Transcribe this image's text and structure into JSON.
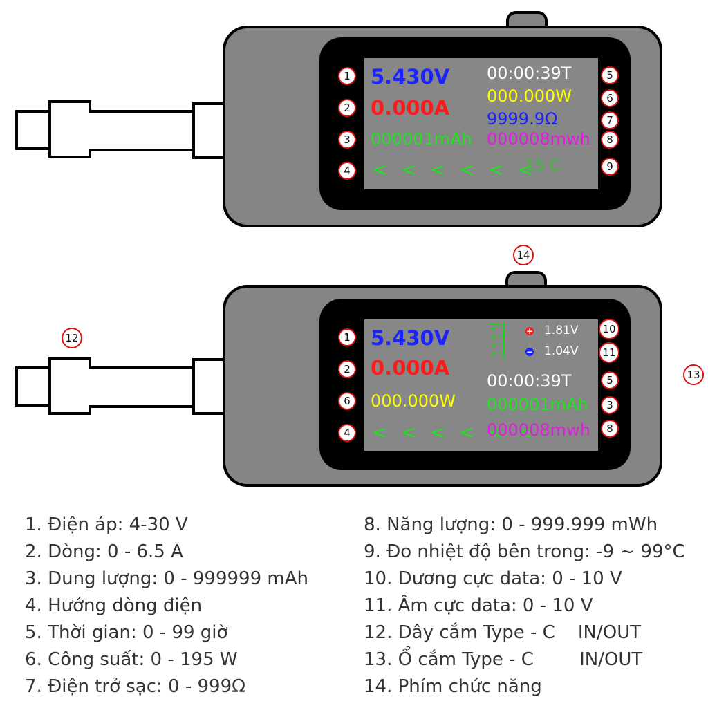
{
  "colors": {
    "voltage": "#1a22ff",
    "current": "#ff1a1a",
    "capacity": "#22e022",
    "arrows": "#22e022",
    "time": "#ffffff",
    "power": "#ffff00",
    "resistance": "#1a22ff",
    "energy": "#e01ee0",
    "temperature": "#3bbf3b",
    "marker_border": "#d11111",
    "dp_dot": "#ff1a1a",
    "dm_dot": "#1a22ff"
  },
  "device1": {
    "voltage": "5.430V",
    "current": "0.000A",
    "capacity": "000001mAh",
    "arrows": "< < < < < <",
    "time": "00:00:39T",
    "power": "000.000W",
    "resistance": "9999.9Ω",
    "energy": "000008mwh",
    "temperature": "15 C",
    "markers": [
      "1",
      "2",
      "3",
      "4",
      "5",
      "6",
      "7",
      "8",
      "9"
    ]
  },
  "device2": {
    "voltage": "5.430V",
    "current": "0.000A",
    "power": "000.000W",
    "arrows": "< < < < < <",
    "pins": [
      "V-",
      "D+",
      "D-",
      "V+"
    ],
    "dp_symbol": "+",
    "dm_symbol": "−",
    "dp_voltage": "1.81V",
    "dm_voltage": "1.04V",
    "time": "00:00:39T",
    "capacity": "000001mAh",
    "energy": "000008mwh",
    "markers_left": [
      "1",
      "2",
      "6",
      "4"
    ],
    "markers_right": [
      "10",
      "11",
      "5",
      "3",
      "8"
    ],
    "marker_cable": "12",
    "marker_socket": "13",
    "marker_button": "14"
  },
  "legend": {
    "left": [
      "1. Điện áp: 4-30 V",
      "2. Dòng: 0 - 6.5 A",
      "3. Dung lượng: 0 - 999999 mAh",
      "4. Hướng dòng điện",
      "5. Thời gian: 0 - 99 giờ",
      "6. Công suất: 0 - 195 W",
      "7. Điện trở sạc: 0 - 999Ω"
    ],
    "right": [
      "8. Năng lượng: 0 - 999.999 mWh",
      "9. Đo nhiệt độ bên trong: -9 ~ 99°C",
      "10. Dương cực data: 0 - 10 V",
      "11. Âm cực data: 0 - 10 V",
      "12. Dây cắm Type - C    IN/OUT",
      "13. Ổ cắm Type - C        IN/OUT",
      "14. Phím chức năng"
    ]
  }
}
